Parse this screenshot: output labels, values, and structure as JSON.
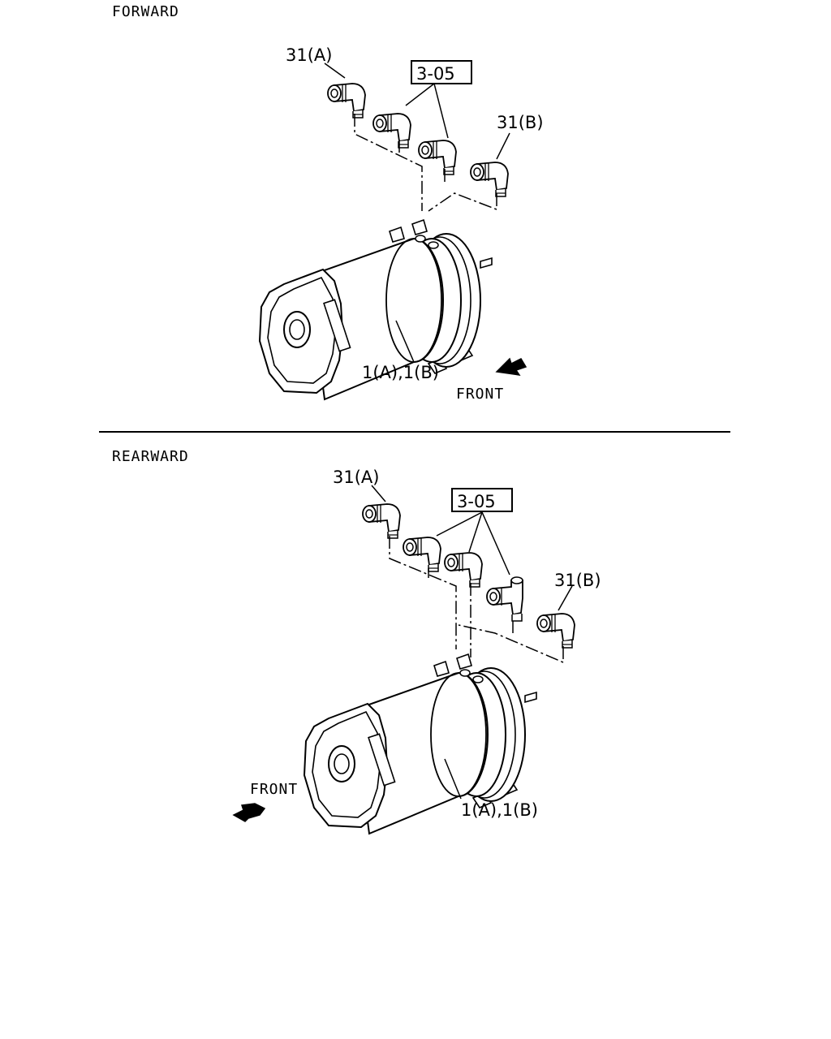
{
  "sections": [
    {
      "title": "FORWARD",
      "labels": {
        "fitting_a": "31(A)",
        "fitting_b": "31(B)",
        "ref_box": "3-05",
        "unit": "1(A),1(B)",
        "front": "FRONT"
      }
    },
    {
      "title": "REARWARD",
      "labels": {
        "fitting_a": "31(A)",
        "fitting_b": "31(B)",
        "ref_box": "3-05",
        "unit": "1(A),1(B)",
        "front": "FRONT"
      }
    }
  ]
}
